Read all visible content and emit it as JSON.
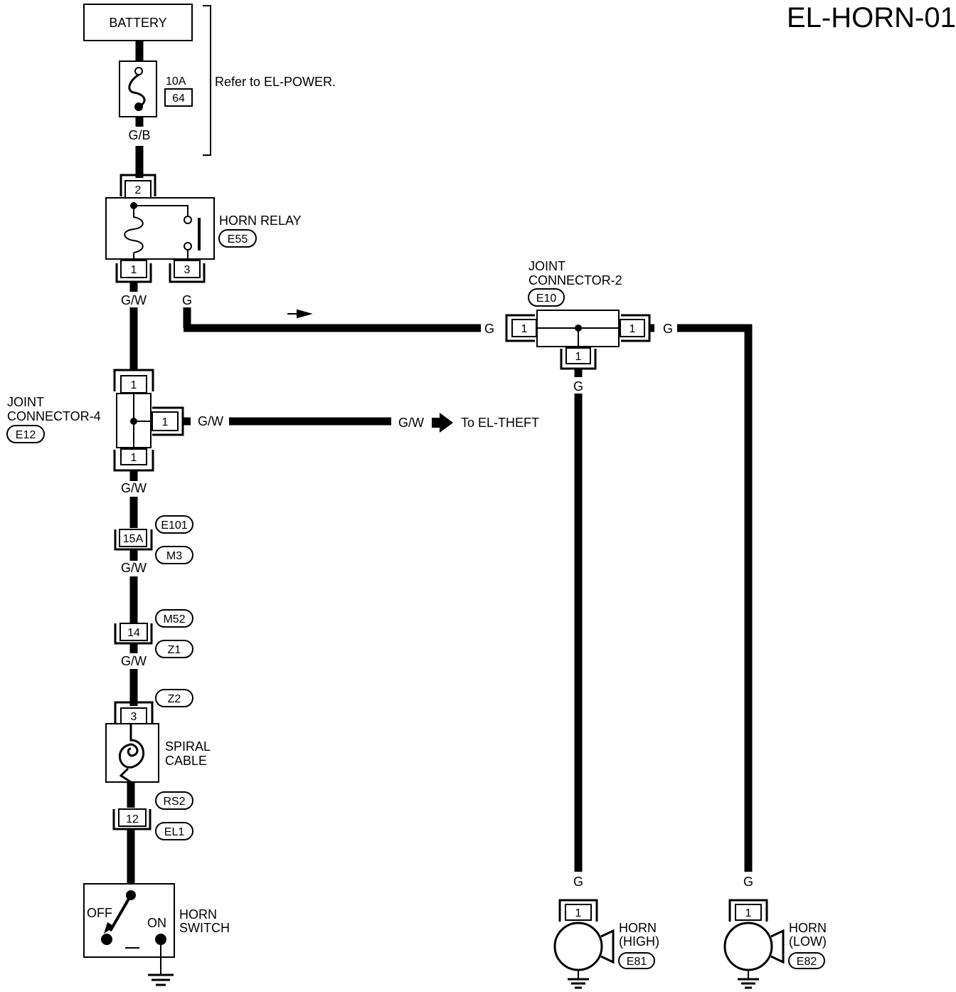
{
  "page": {
    "id": "EL-HORN-01"
  },
  "battery": {
    "label": "BATTERY"
  },
  "fuse": {
    "rating": "10A",
    "number": "64",
    "note": "Refer to EL-POWER."
  },
  "wire_colors": {
    "gb": "G/B",
    "gw": "G/W",
    "g": "G"
  },
  "horn_relay": {
    "name": "HORN RELAY",
    "connector": "E55",
    "pin_in": "2",
    "pin_coil": "1",
    "pin_out": "3"
  },
  "joint_connector_2": {
    "line1": "JOINT",
    "line2": "CONNECTOR-2",
    "connector": "E10",
    "pin": "1"
  },
  "joint_connector_4": {
    "line1": "JOINT",
    "line2": "CONNECTOR-4",
    "connector": "E12",
    "pin": "1"
  },
  "theft_link": {
    "text": "To EL-THEFT"
  },
  "connector_e101": {
    "terminal": "15A",
    "top": "E101",
    "bottom": "M3"
  },
  "connector_m52": {
    "terminal": "14",
    "top": "M52",
    "bottom": "Z1"
  },
  "spiral_cable": {
    "line1": "SPIRAL",
    "line2": "CABLE",
    "top": "Z2",
    "terminal": "3"
  },
  "connector_rs2": {
    "terminal": "12",
    "top": "RS2",
    "bottom": "EL1"
  },
  "horn_switch": {
    "line1": "HORN",
    "line2": "SWITCH",
    "off": "OFF",
    "on": "ON"
  },
  "horn_high": {
    "line1": "HORN",
    "line2": "(HIGH)",
    "connector": "E81",
    "pin": "1"
  },
  "horn_low": {
    "line1": "HORN",
    "line2": "(LOW)",
    "connector": "E82",
    "pin": "1"
  }
}
